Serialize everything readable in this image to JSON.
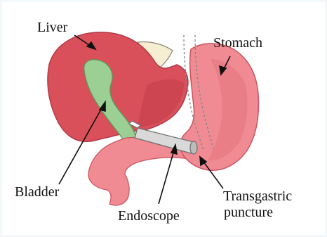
{
  "labels": {
    "liver": "Liver",
    "stomach": "Stomach",
    "bladder": "Bladder",
    "endoscope": "Endoscope",
    "transgastric_line1": "Transgastric",
    "transgastric_line2": "puncture"
  },
  "colors": {
    "background_frame": "#f3f8fb",
    "liver": "#d9505b",
    "liver_shade": "#c13d49",
    "gallbladder": "#9ccf94",
    "gallbladder_stroke": "#5d9a58",
    "stomach": "#f08b93",
    "stomach_shade": "#e26f79",
    "endoscope": "#d9d9d9",
    "ligament": "#f5eed2",
    "text": "#111111"
  }
}
